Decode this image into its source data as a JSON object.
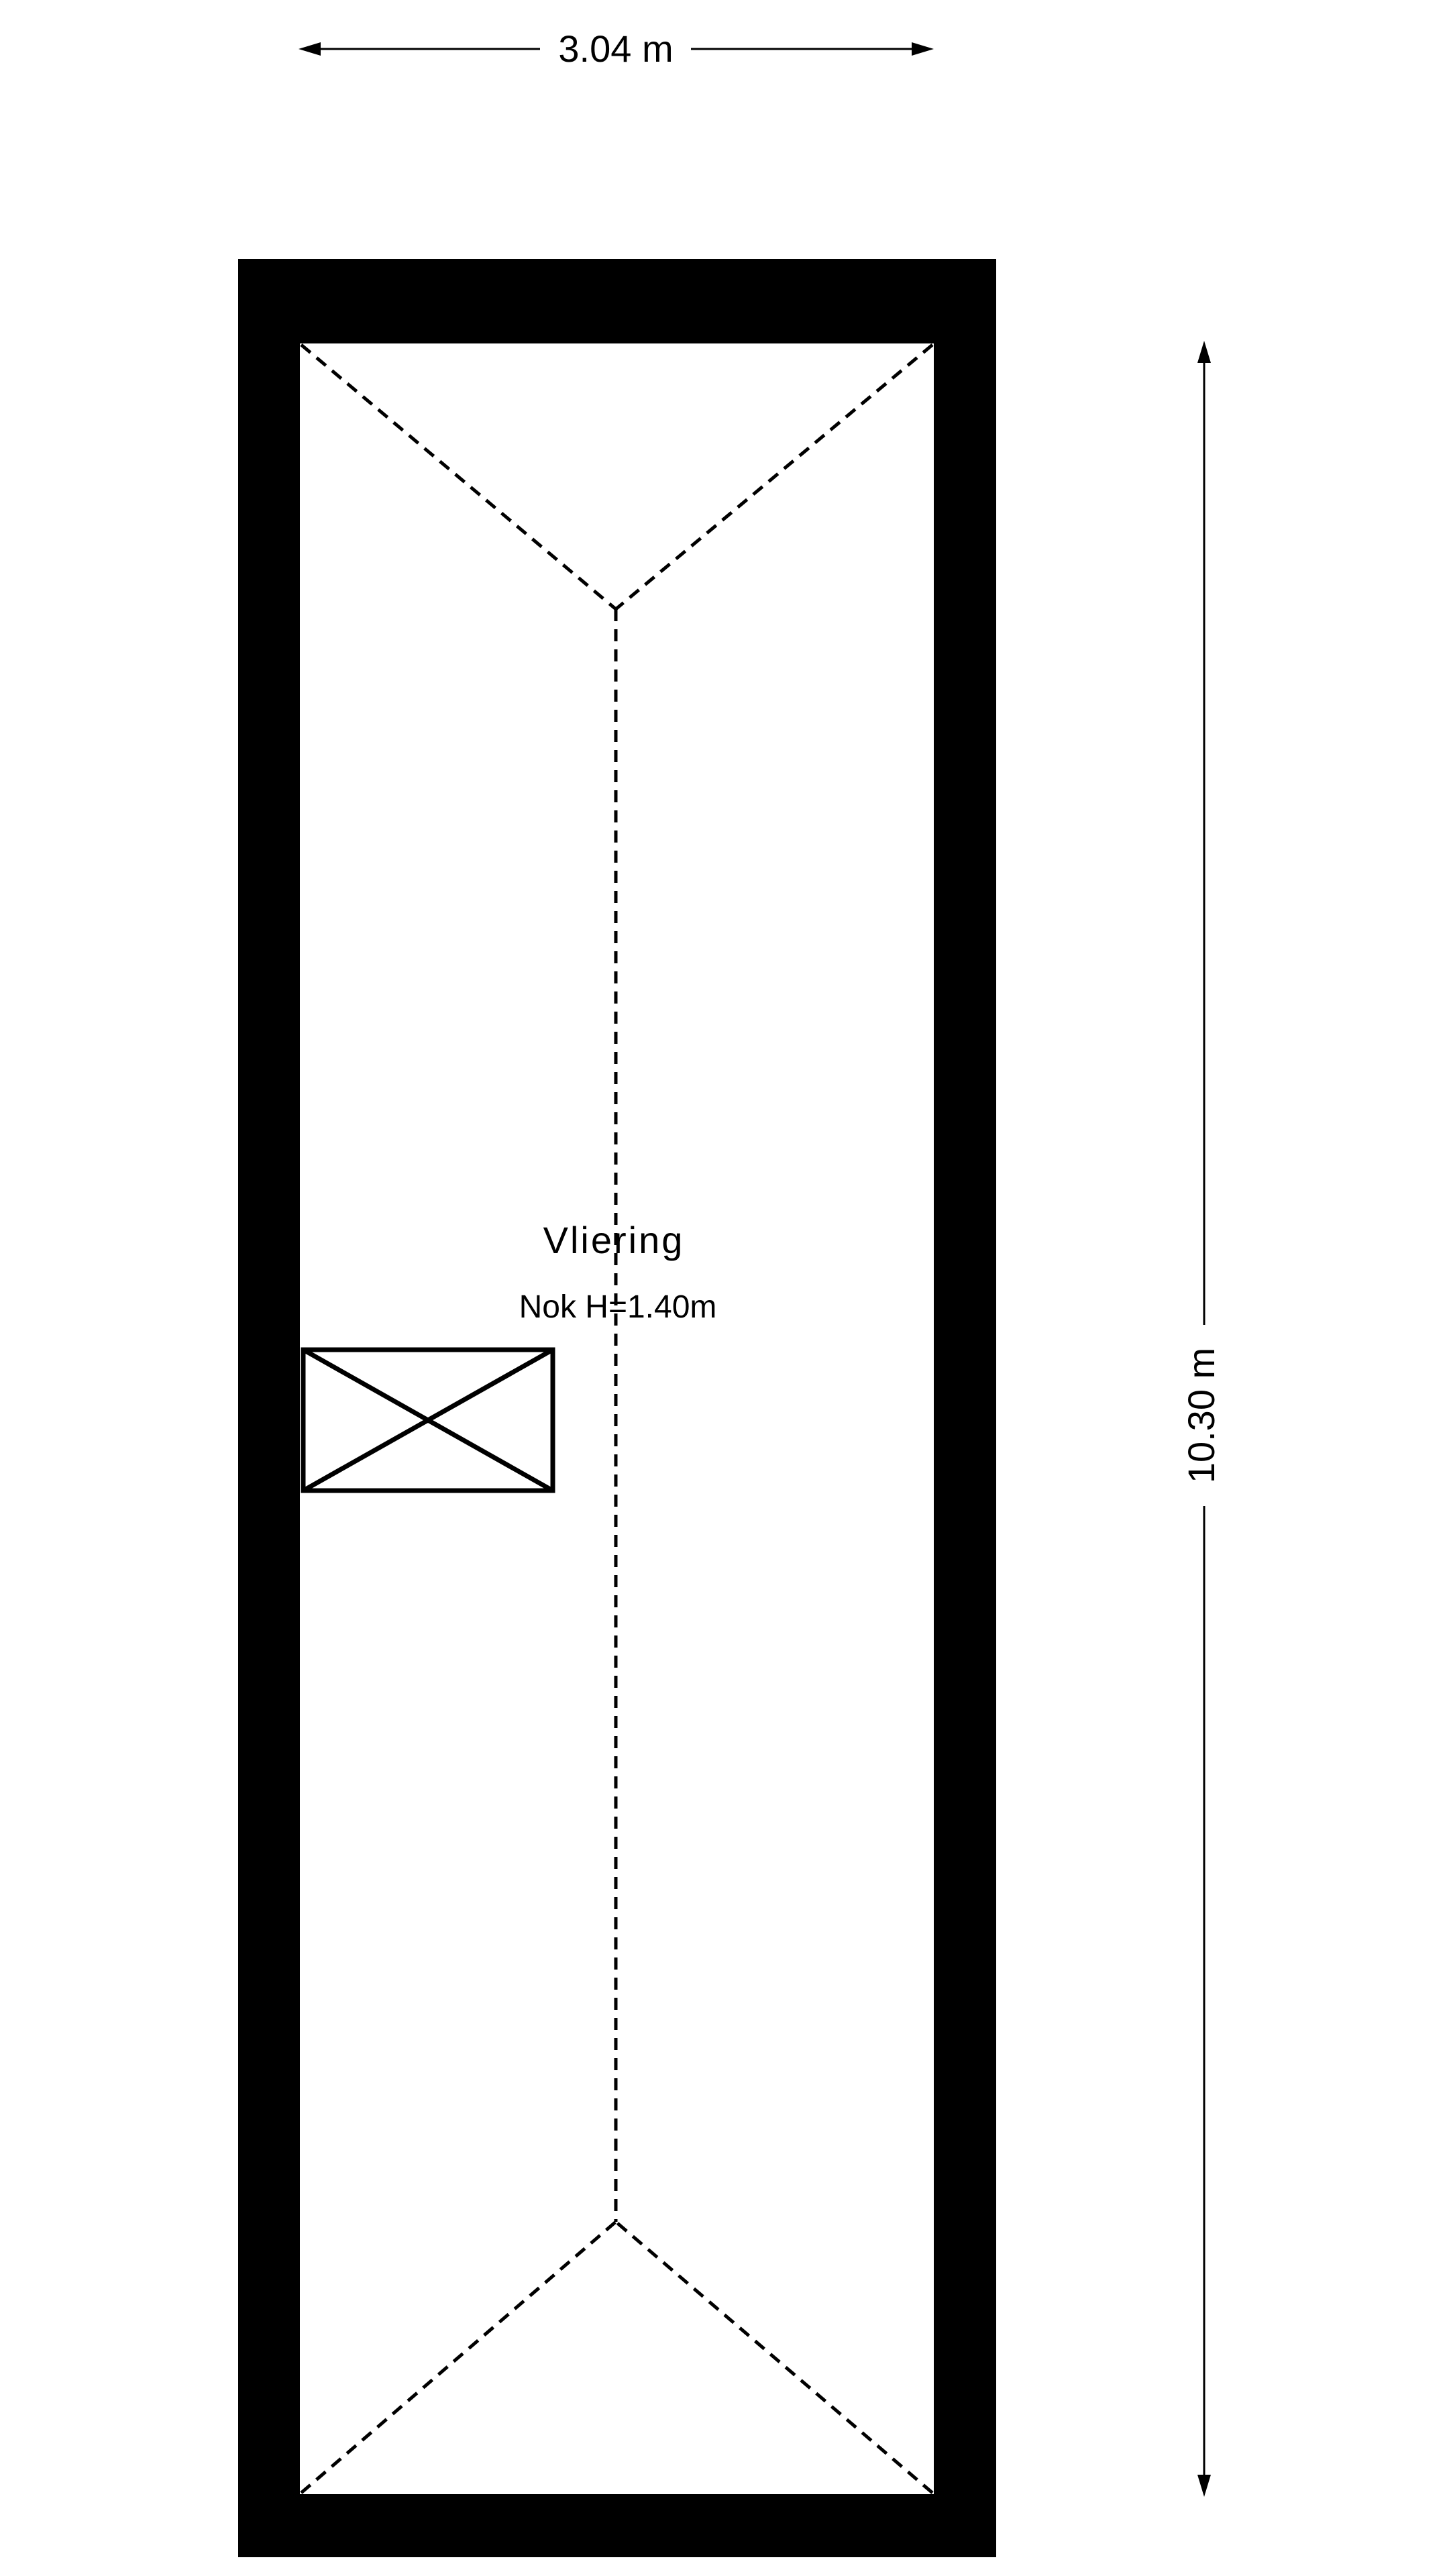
{
  "dimensions": {
    "width_label": "3.04 m",
    "height_label": "10.30 m"
  },
  "room": {
    "name": "Vliering",
    "note": "Nok H=1.40m"
  },
  "colors": {
    "wall": "#000000",
    "floor": "#ffffff",
    "lines": "#000000"
  }
}
